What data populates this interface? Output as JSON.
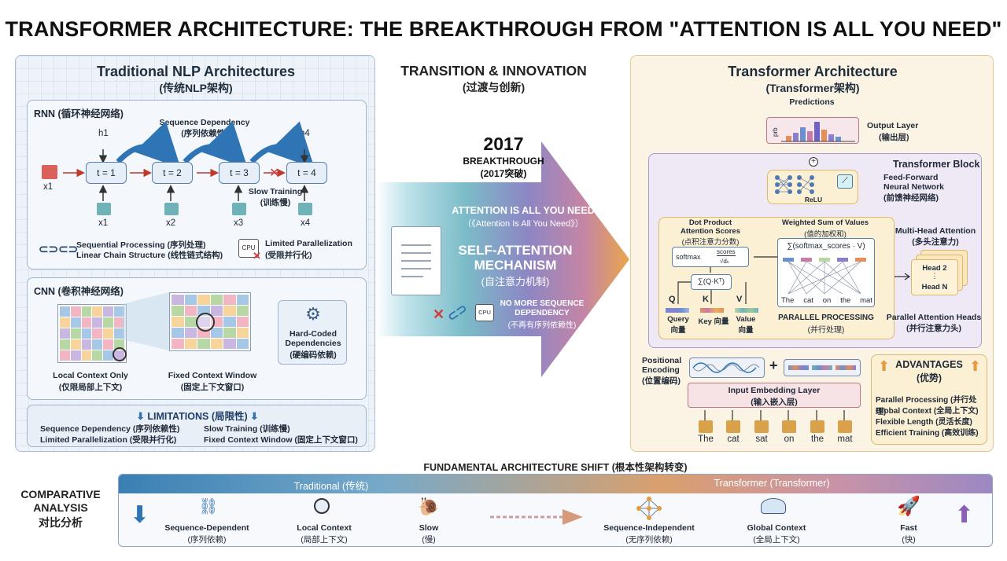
{
  "title": "TRANSFORMER ARCHITECTURE: THE BREAKTHROUGH FROM \"ATTENTION IS ALL YOU NEED\"",
  "left": {
    "title": "Traditional NLP Architectures",
    "title_cn": "(传统NLP架构)",
    "rnn": {
      "label": "RNN (循环神经网络)",
      "seq_dep": "Sequence Dependency",
      "seq_dep_cn": "(序列依赖性)",
      "hidden": [
        "h1",
        "h4"
      ],
      "steps": [
        "t = 1",
        "t = 2",
        "t = 3",
        "t = 4"
      ],
      "inputs": [
        "x1",
        "x2",
        "x3",
        "x4"
      ],
      "left_input": "x1",
      "slow": "Slow Training",
      "slow_cn": "(训练慢)",
      "seq_proc": "Sequential Processing (序列处理)",
      "linear": "Linear Chain Structure (线性链式结构)",
      "cpu": "CPU",
      "lim_par": "Limited Parallelization",
      "lim_par_cn": "(受限并行化)"
    },
    "cnn": {
      "label": "CNN (卷积神经网络)",
      "local": "Local Context Only",
      "local_cn": "(仅限局部上下文)",
      "fixed": "Fixed Context Window",
      "fixed_cn": "(固定上下文窗口)",
      "hard1": "Hard-Coded",
      "hard2": "Dependencies",
      "hard_cn": "(硬编码依赖)"
    },
    "limits": {
      "title": "LIMITATIONS (局限性)",
      "a": "Sequence Dependency (序列依赖性)",
      "b": "Limited Parallelization (受限并行化)",
      "c": "Slow Training (训练慢)",
      "d": "Fixed Context Window (固定上下文窗口)"
    }
  },
  "middle": {
    "title": "TRANSITION & INNOVATION",
    "title_cn": "(过渡与创新)",
    "year": "2017",
    "breakthrough": "BREAKTHROUGH",
    "breakthrough_cn": "(2017突破)",
    "paper": "ATTENTION IS ALL YOU NEED",
    "paper_cn": "（《Attention Is All You Need》）",
    "self1": "SELF-ATTENTION",
    "self2": "MECHANISM",
    "self_cn": "(自注意力机制)",
    "cpu": "CPU",
    "nomore1": "NO MORE SEQUENCE",
    "nomore2": "DEPENDENCY",
    "nomore_cn": "(不再有序列依赖性)"
  },
  "right": {
    "title": "Transformer Architecture",
    "title_cn": "(Transformer架构)",
    "predictions": "Predictions",
    "prb": "prb",
    "output": "Output Layer",
    "output_cn": "(输出层)",
    "block": "Transformer Block",
    "ff1": "Feed-Forward",
    "ff2": "Neural Network",
    "ff_cn": "(前馈神经网络)",
    "relu": "ReLU",
    "dot1": "Dot Product",
    "dot2": "Attention Scores",
    "dot_cn": "(点积注意力分数)",
    "softmax": "softmax",
    "scores": "scores",
    "dk": "√dₖ",
    "qk": "∑(Q·Kᵀ)",
    "q": "Q",
    "k": "K",
    "v": "V",
    "query": "Query",
    "query_cn": "向量",
    "key": "Key 向量",
    "value": "Value",
    "value_cn": "向量",
    "wsum": "Weighted Sum of Values",
    "wsum_cn": "(值的加权和)",
    "wsum_formula": "∑(softmax_scores · V)",
    "attn_words": [
      "The",
      "cat",
      "on",
      "the",
      "mat"
    ],
    "parallel": "PARALLEL PROCESSING",
    "parallel_cn": "(并行处理)",
    "mha": "Multi-Head Attention",
    "mha_cn": "(多头注意力)",
    "head2": "Head 2",
    "headn": "Head N",
    "pah": "Parallel Attention Heads",
    "pah_cn": "(并行注意力头)",
    "pos1": "Positional",
    "pos2": "Encoding",
    "pos_cn": "(位置编码)",
    "embed": "Input Embedding Layer",
    "embed_cn": "(输入嵌入层)",
    "tokens": [
      "The",
      "cat",
      "sat",
      "on",
      "the",
      "mat"
    ],
    "adv": "ADVANTAGES",
    "adv_cn": "(优势)",
    "adv_items": [
      "Parallel Processing (并行处理)",
      "Global Context (全局上下文)",
      "Flexible Length (灵活长度)",
      "Efficient Training (高效训练)"
    ]
  },
  "bottom": {
    "shift": "FUNDAMENTAL ARCHITECTURE SHIFT (根本性架构转变)",
    "comp1": "COMPARATIVE",
    "comp2": "ANALYSIS",
    "comp_cn": "对比分析",
    "traditional": "Traditional (传统)",
    "transformer": "Transformer (Transformer)",
    "items": [
      {
        "label": "Sequence-Dependent",
        "cn": "(序列依赖)"
      },
      {
        "label": "Local Context",
        "cn": "(局部上下文)"
      },
      {
        "label": "Slow",
        "cn": "(慢)"
      },
      {
        "label": "Sequence-Independent",
        "cn": "(无序列依赖)"
      },
      {
        "label": "Global Context",
        "cn": "(全局上下文)"
      },
      {
        "label": "Fast",
        "cn": "(快)"
      }
    ]
  },
  "colors": {
    "blue": "#2f74b5",
    "orange": "#e49a3e",
    "purple": "#8a5fb8",
    "red": "#d13d3d"
  },
  "icons": [
    "book-icon",
    "document-icon",
    "cpu-icon",
    "chain-icon",
    "gear-icon",
    "magnifier-icon",
    "snail-icon",
    "rocket-icon",
    "network-icon",
    "globe-icon"
  ]
}
